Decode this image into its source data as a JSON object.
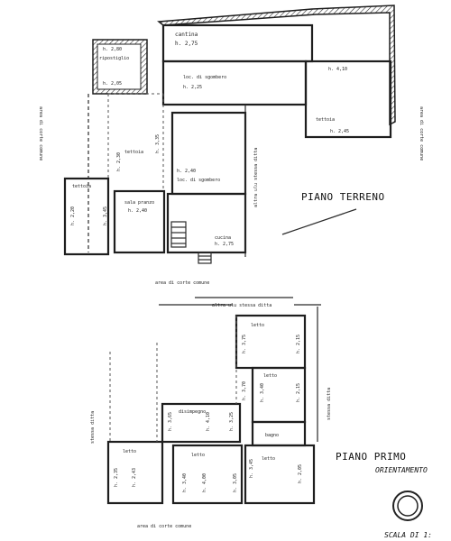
{
  "titles": {
    "ground_floor": "PIANO TERRENO",
    "first_floor": "PIANO PRIMO",
    "orientation": "ORIENTAMENTO",
    "scale": "SCALA DI 1:"
  },
  "ground": {
    "cantina": "cantina",
    "cantina_h": "h. 2,75",
    "ripostiglio": "ripostiglio",
    "ripostiglio_h1": "h. 2,80",
    "ripostiglio_h2": "h. 2,05",
    "loc_sgombero_1": "loc. di sgombero",
    "loc_sgombero_1_h": "h. 2,25",
    "loc_sgombero_2": "loc. di sgombero",
    "loc_sgombero_2_h": "h. 2,40",
    "tettoia_left": "tettoia",
    "tettoia_left_h1": "h. 2,30",
    "tettoia_left_h2": "h. 3,35",
    "tettoia_right": "tettoia",
    "tettoia_right_h1": "h. 4,10",
    "tettoia_right_h2": "h. 2,45",
    "tettoia_far": "tettoia",
    "tettoia_far_h1": "h. 2,20",
    "tettoia_far_h2": "h. 3,45",
    "sala_pranzo": "sala pranzo",
    "sala_pranzo_h": "h. 2,40",
    "cucina": "cucina",
    "cucina_h": "h. 2,75",
    "altra_ditta": "altra ulu stessa ditta",
    "corte_left": "area di corte comune",
    "corte_right": "area di corte comune",
    "corte_bottom": "area di corte comune"
  },
  "first": {
    "altri_stessa_ditta_top": "altra ulu stessa ditta",
    "stessa_ditta_left": "stessa ditta",
    "stessa_ditta_right": "stessa ditta",
    "letto_top": "letto",
    "letto_top_h1": "h. 3,75",
    "letto_top_h2": "h. 2,15",
    "letto_mid": "letto",
    "letto_mid_h1": "h. 3,70",
    "letto_mid_h2": "h. 3,40",
    "letto_mid_h3": "h. 2,15",
    "disimpegno": "disimpegno",
    "disimpegno_h1": "h. 3,65",
    "disimpegno_h2": "h. 4,10",
    "disimpegno_h3": "h. 3,25",
    "bagno": "bagno",
    "letto_br": "letto",
    "letto_br_h1": "h. 3,45",
    "letto_br_h2": "h. 2,05",
    "letto_bl": "letto",
    "letto_bl_h1": "h. 2,35",
    "letto_bl_h2": "h. 2,43",
    "letto_bc": "letto",
    "letto_bc_h1": "h. 3,40",
    "letto_bc_h2": "h. 4,00",
    "letto_bc_h3": "h. 3,05",
    "corte": "area di corte comune"
  }
}
